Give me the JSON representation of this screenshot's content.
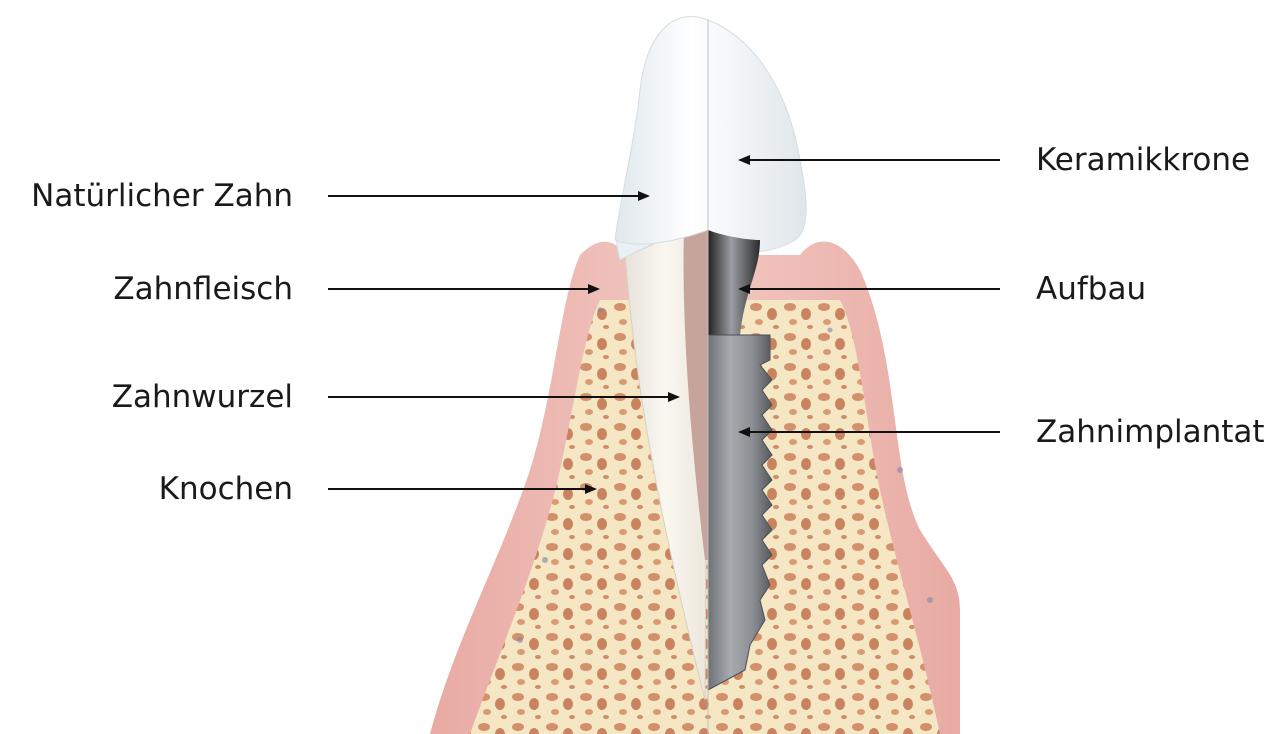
{
  "labels_left": [
    {
      "id": "natural-tooth",
      "text": "Natürlicher Zahn"
    },
    {
      "id": "gum",
      "text": "Zahnfleisch"
    },
    {
      "id": "tooth-root",
      "text": "Zahnwurzel"
    },
    {
      "id": "bone",
      "text": "Knochen"
    }
  ],
  "labels_right": [
    {
      "id": "ceramic-crown",
      "text": "Keramikkrone"
    },
    {
      "id": "abutment",
      "text": "Aufbau"
    },
    {
      "id": "implant",
      "text": "Zahnimplantat"
    }
  ],
  "colors": {
    "text": "#1a1a1a",
    "arrow": "#111111",
    "gum": "#efc2bc",
    "gum_dark": "#d99a93",
    "bone": "#f6e9c6",
    "bone_pore": "#d89a74",
    "enamel": "#eef3f5",
    "dentin": "#f3eee6",
    "pulp": "#c9a9a0",
    "implant": "#8c8f94",
    "implant_dark": "#5a5d62"
  }
}
